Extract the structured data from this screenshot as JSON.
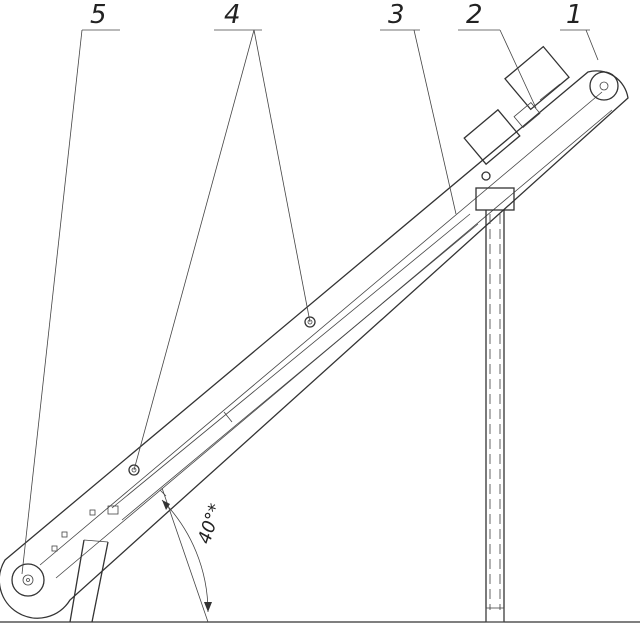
{
  "labels": {
    "l1": "1",
    "l2": "2",
    "l3": "3",
    "l4": "4",
    "l5": "5"
  },
  "angle": "40°*"
}
